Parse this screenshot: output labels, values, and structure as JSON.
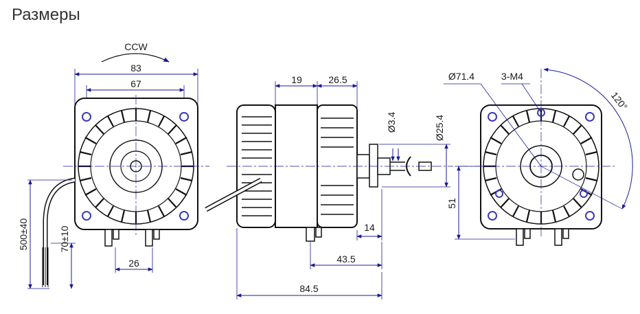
{
  "page": {
    "title": "Размеры"
  },
  "colors": {
    "dimension": "#1a1a9a",
    "outline": "#111111",
    "hole": "#3a3ab8",
    "title": "#333333"
  },
  "front_view": {
    "rotation": "CCW",
    "width_outer": "83",
    "hole_pitch": "67",
    "terminal_spacing": "26",
    "cable_length": "500±40",
    "cable_strip": "70±10"
  },
  "side_view": {
    "stator_width": "19",
    "rear_width": "26.5",
    "shaft_diameter": "Ø3.4",
    "hub_diameter": "Ø25.4",
    "shaft_length": "14",
    "mount_to_shaft": "43.5",
    "overall_length": "84.5"
  },
  "rear_view": {
    "bolt_circle": "Ø71.4",
    "screws": "3-M4",
    "angle": "120°",
    "center_height": "51"
  }
}
